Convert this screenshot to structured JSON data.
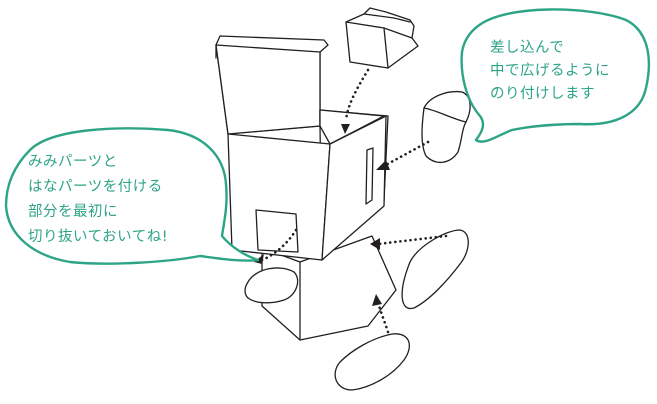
{
  "notes": {
    "right_bubble": {
      "lines": [
        "差し込んで",
        "中で広げるように",
        "のり付けします"
      ],
      "color": "#2ea487"
    },
    "left_bubble": {
      "lines": [
        "みみパーツと",
        "はなパーツを付ける",
        "部分を最初に",
        "切り抜いておいてね!"
      ],
      "color": "#2ea487"
    }
  },
  "colors": {
    "outline": "#231f20",
    "bubble_border": "#2ea487",
    "text": "#2ea487",
    "background": "#ffffff"
  }
}
